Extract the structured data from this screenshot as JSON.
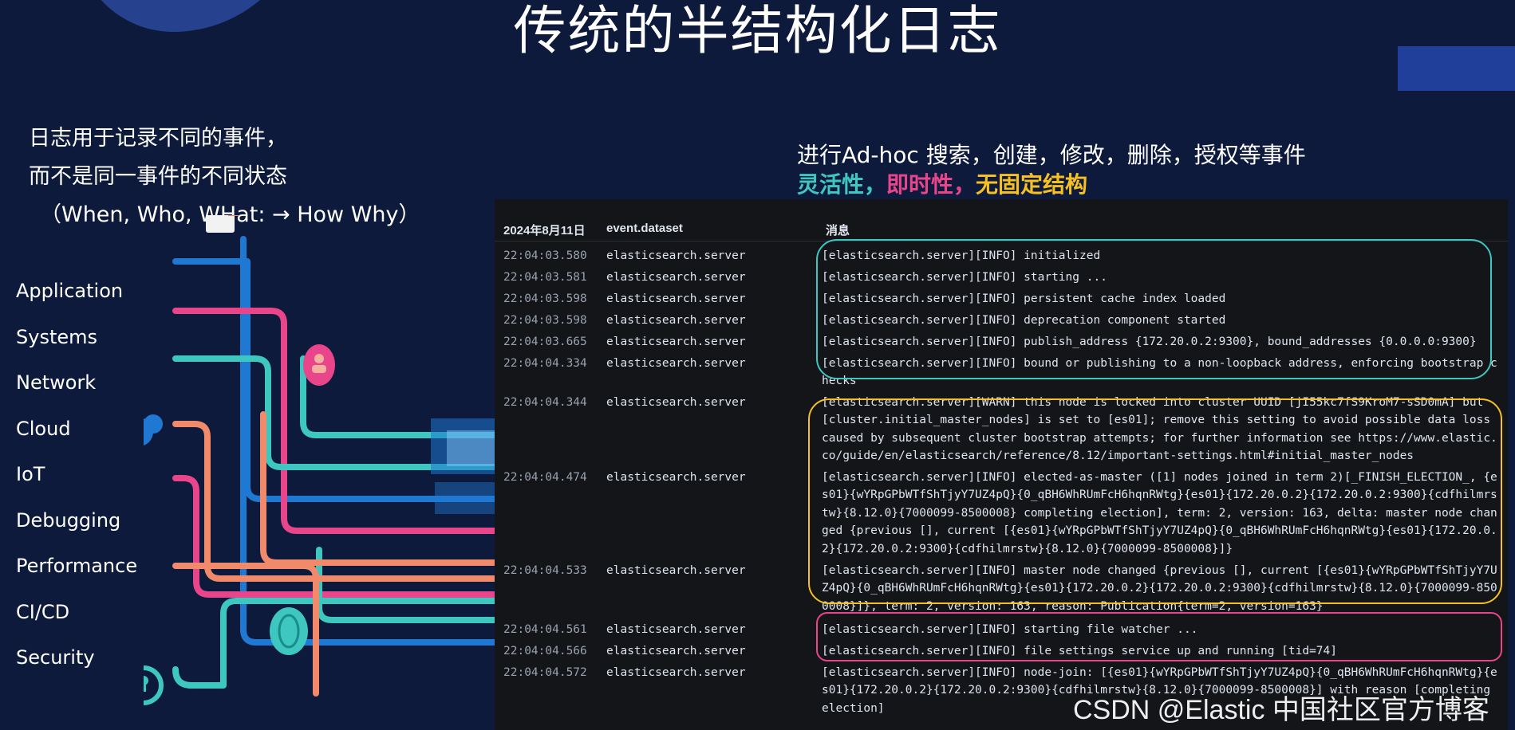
{
  "title": "传统的半结构化日志",
  "intro": {
    "line1": "日志用于记录不同的事件，",
    "line2": "而不是同一事件的不同状态",
    "line3": "（When, Who, WHat: → How  Why）"
  },
  "categories": [
    "Application",
    "Systems",
    "Network",
    "Cloud",
    "IoT",
    "Debugging",
    "Performance",
    "CI/CD",
    "Security"
  ],
  "caption": {
    "line1": "进行Ad-hoc 搜索，创建，修改，删除，授权等事件",
    "flex": "灵活性，",
    "instant": "即时性，",
    "nostruct": "无固定结构"
  },
  "table": {
    "headers": {
      "date": "2024年8月11日",
      "dataset": "event.dataset",
      "message": "消息"
    },
    "rows": [
      {
        "time": "22:04:03.580",
        "dataset": "elasticsearch.server",
        "message": "[elasticsearch.server][INFO] initialized"
      },
      {
        "time": "22:04:03.581",
        "dataset": "elasticsearch.server",
        "message": "[elasticsearch.server][INFO] starting ..."
      },
      {
        "time": "22:04:03.598",
        "dataset": "elasticsearch.server",
        "message": "[elasticsearch.server][INFO] persistent cache index loaded"
      },
      {
        "time": "22:04:03.598",
        "dataset": "elasticsearch.server",
        "message": "[elasticsearch.server][INFO] deprecation component started"
      },
      {
        "time": "22:04:03.665",
        "dataset": "elasticsearch.server",
        "message": "[elasticsearch.server][INFO] publish_address {172.20.0.2:9300}, bound_addresses {0.0.0.0:9300}"
      },
      {
        "time": "22:04:04.334",
        "dataset": "elasticsearch.server",
        "message": "[elasticsearch.server][INFO] bound or publishing to a non-loopback address, enforcing bootstrap checks"
      },
      {
        "time": "22:04:04.344",
        "dataset": "elasticsearch.server",
        "message": "[elasticsearch.server][WARN] this node is locked into cluster UUID [jI55kc7fS9KroM7-sSD0mA] but [cluster.initial_master_nodes] is set to [es01]; remove this setting to avoid possible data loss caused by subsequent cluster bootstrap attempts; for further information see https://www.elastic.co/guide/en/elasticsearch/reference/8.12/important-settings.html#initial_master_nodes"
      },
      {
        "time": "22:04:04.474",
        "dataset": "elasticsearch.server",
        "message": "[elasticsearch.server][INFO] elected-as-master ([1] nodes joined in term 2)[_FINISH_ELECTION_, {es01}{wYRpGPbWTfShTjyY7UZ4pQ}{0_qBH6WhRUmFcH6hqnRWtg}{es01}{172.20.0.2}{172.20.0.2:9300}{cdfhilmrstw}{8.12.0}{7000099-8500008} completing election], term: 2, version: 163, delta: master node changed {previous [], current [{es01}{wYRpGPbWTfShTjyY7UZ4pQ}{0_qBH6WhRUmFcH6hqnRWtg}{es01}{172.20.0.2}{172.20.0.2:9300}{cdfhilmrstw}{8.12.0}{7000099-8500008}]}"
      },
      {
        "time": "22:04:04.533",
        "dataset": "elasticsearch.server",
        "message": "[elasticsearch.server][INFO] master node changed {previous [], current [{es01}{wYRpGPbWTfShTjyY7UZ4pQ}{0_qBH6WhRUmFcH6hqnRWtg}{es01}{172.20.0.2}{172.20.0.2:9300}{cdfhilmrstw}{8.12.0}{7000099-8500008}]}, term: 2, version: 163, reason: Publication{term=2, version=163}"
      },
      {
        "time": "22:04:04.561",
        "dataset": "elasticsearch.server",
        "message": "[elasticsearch.server][INFO] starting file watcher ..."
      },
      {
        "time": "22:04:04.566",
        "dataset": "elasticsearch.server",
        "message": "[elasticsearch.server][INFO] file settings service up and running [tid=74]"
      },
      {
        "time": "22:04:04.572",
        "dataset": "elasticsearch.server",
        "message": "[elasticsearch.server][INFO] node-join: [{es01}{wYRpGPbWTfShTjyY7UZ4pQ}{0_qBH6WhRUmFcH6hqnRWtg}{es01}{172.20.0.2}{172.20.0.2:9300}{cdfhilmrstw}{8.12.0}{7000099-8500008}] with reason [completing election]"
      }
    ]
  },
  "watermark": "CSDN @Elastic 中国社区官方博客",
  "colors": {
    "background": "#0d1a3c",
    "teal": "#3ec6c0",
    "pink": "#e8458b",
    "yellow": "#f6c022",
    "blue": "#1f78d1",
    "orange": "#f08a6a"
  },
  "icons": [
    "document-icon",
    "user-icon",
    "cloud-icon",
    "brain-icon",
    "keyhole-icon"
  ]
}
